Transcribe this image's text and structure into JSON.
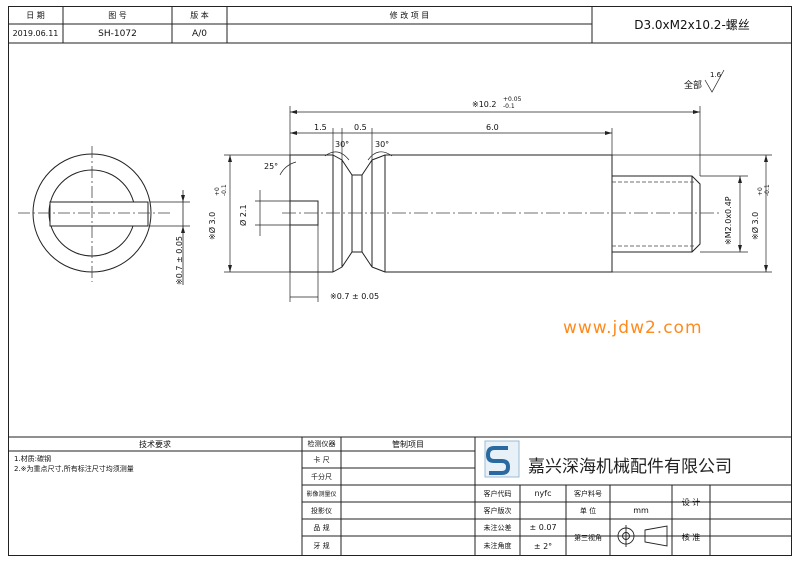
{
  "header": {
    "col_date": "日 期",
    "col_drawing_no": "图 号",
    "col_version": "版 本",
    "col_revision": "修 改 项 目",
    "date": "2019.06.11",
    "drawing_no": "SH-1072",
    "version": "A/0",
    "title": "D3.0xM2x10.2-螺丝"
  },
  "drawing": {
    "roughness_all": "全部",
    "roughness_value": "1.6",
    "dim_overall": "※10.2",
    "dim_overall_tol_upper": "+0.05",
    "dim_overall_tol_lower": "-0.1",
    "dim_1_5": "1.5",
    "dim_0_5": "0.5",
    "dim_6_0": "6.0",
    "angle_30_left": "30°",
    "angle_30_right": "30°",
    "angle_25": "25°",
    "dia_head": "※Ø 3.0",
    "dia_head_tol_upper": "+0",
    "dia_head_tol_lower": "-0.1",
    "dia_2_1": "Ø 2.1",
    "slot_width": "※0.7 ± 0.05",
    "slot_width_side": "※0.7 ± 0.05",
    "thread": "※M2.0x0.4P",
    "dia_right": "※Ø 3.0",
    "dia_right_tol_upper": "+0",
    "dia_right_tol_lower": "-0.1"
  },
  "watermark": "www.jdw2.com",
  "title_block": {
    "tech_req_title": "技术要求",
    "tech_req_1": "1.材质:碳钢",
    "tech_req_2": "2.※为重点尺寸,所有标注尺寸均须测量",
    "inspect_instrument": "检测仪器",
    "control_item": "管制项目",
    "caliper": "卡 尺",
    "micrometer": "千分尺",
    "image_measure": "影像测量仪",
    "projector": "投影仪",
    "gauge": "品 规",
    "thread_gauge": "牙 规",
    "company_name": "嘉兴深海机械配件有限公司",
    "customer_code_label": "客户代码",
    "customer_code": "nyfc",
    "customer_part_label": "客户料号",
    "customer_version_label": "客户版次",
    "unit_label": "单 位",
    "unit": "mm",
    "tol_label": "未注公差",
    "tol_value": "± 0.07",
    "angle_label": "未注角度",
    "angle_value": "± 2°",
    "third_angle": "第三视角",
    "design": "设 计",
    "approve": "核 准"
  }
}
